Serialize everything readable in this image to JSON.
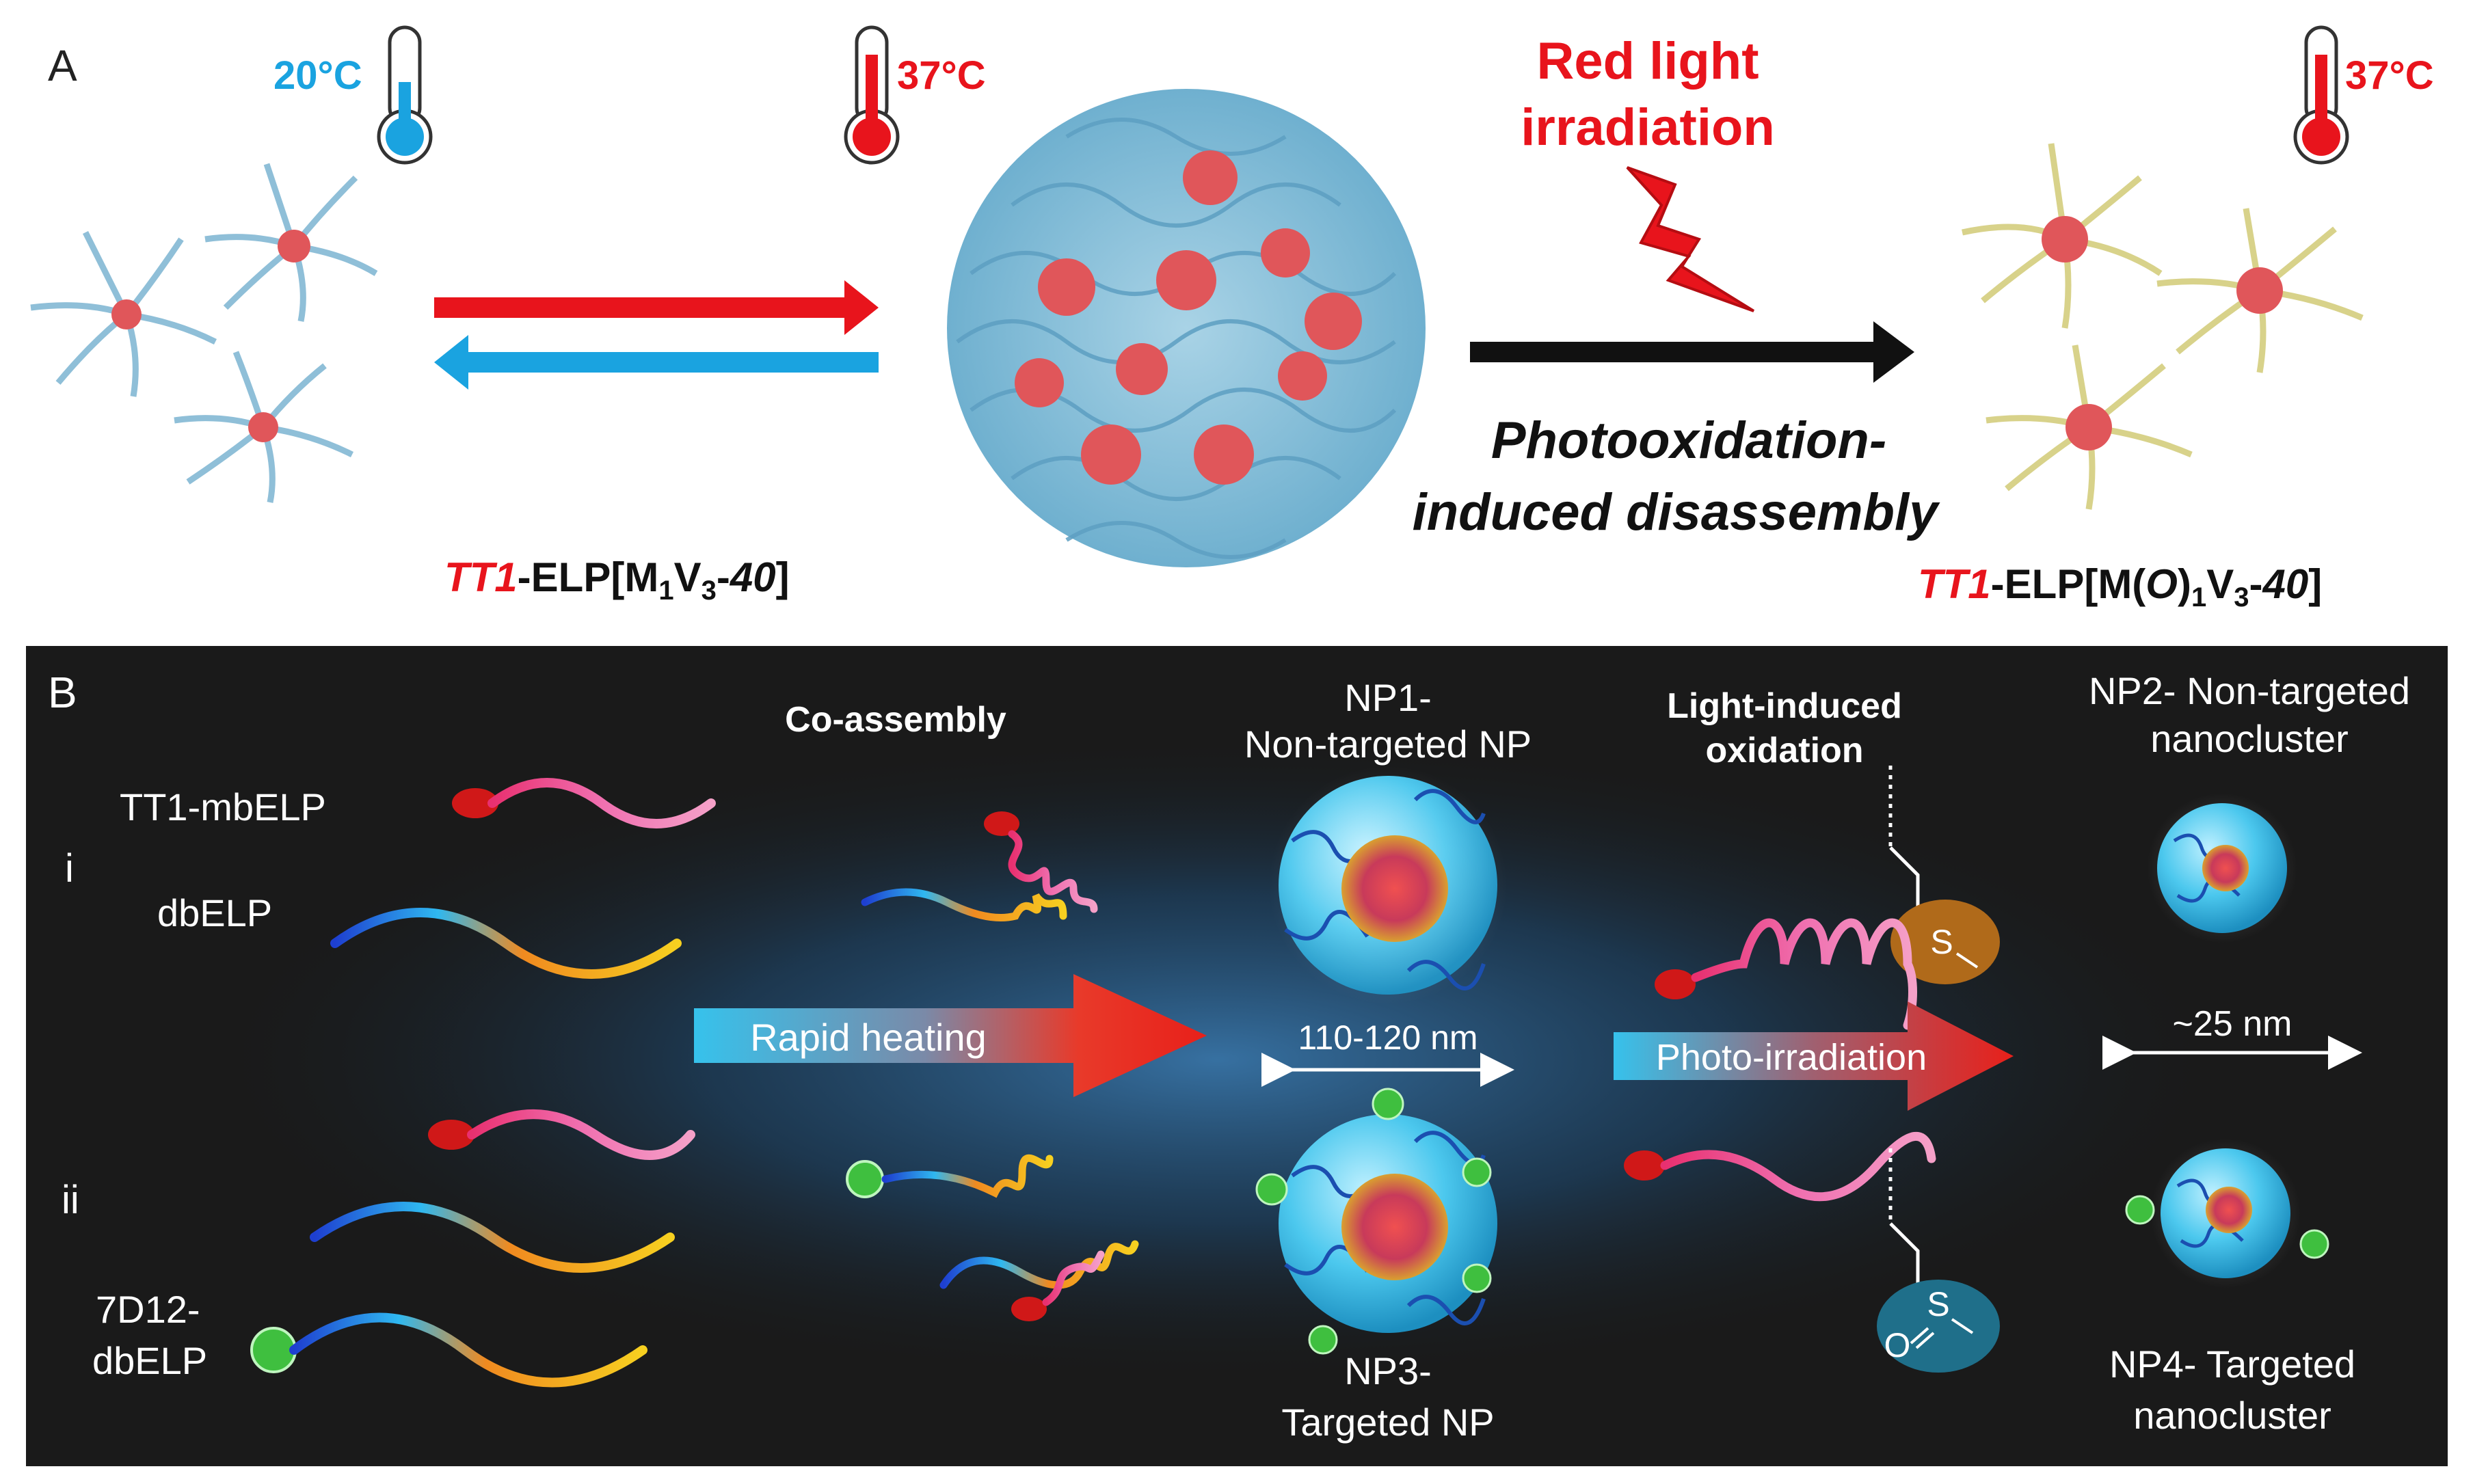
{
  "panel_a": {
    "label": "A",
    "temp_cold": "20°C",
    "temp_warm_1": "37°C",
    "temp_warm_2": "37°C",
    "light_title_line1": "Red light",
    "light_title_line2": "irradiation",
    "process_line1": "Photooxidation-",
    "process_line2": "induced disassembly",
    "left_construct": {
      "prefix": "TT1",
      "mid": "-ELP[M",
      "sub1": "1",
      "v": "V",
      "sub2": "3",
      "dash": "-",
      "num": "40",
      "end": "]"
    },
    "right_construct": {
      "prefix": "TT1",
      "mid": "-ELP[M(",
      "o": "O",
      "close": ")",
      "sub1": "1",
      "v": "V",
      "sub2": "3",
      "dash": "-",
      "num": "40",
      "end": "]"
    },
    "colors": {
      "warm": "#e8141c",
      "cold": "#1aa3e0",
      "unimer": "#8fbfd8",
      "core": "#e0565a",
      "oxidized": "#d8d28a"
    }
  },
  "panel_b": {
    "label": "B",
    "row_i": "i",
    "row_ii": "ii",
    "tt1_mbelp": "TT1-mbELP",
    "dbelp": "dbELP",
    "d7_line1": "7D12-",
    "d7_line2": "dbELP",
    "coassembly": "Co-assembly",
    "rapid_heating": "Rapid heating",
    "np1_line1": "NP1-",
    "np1_line2": "Non-targeted NP",
    "np_size": "110-120 nm",
    "np3_line1": "NP3-",
    "np3_line2": "Targeted NP",
    "light_ox_line1": "Light-induced",
    "light_ox_line2": "oxidation",
    "photo_irradiation": "Photo-irradiation",
    "sulfur": "S",
    "sulfoxide_s": "S",
    "sulfoxide_o": "O",
    "np2_line1": "NP2- Non-targeted",
    "np2_line2": "nanocluster",
    "cluster_size": "~25 nm",
    "np4_line1": "NP4- Targeted",
    "np4_line2": "nanocluster",
    "colors": {
      "background": "#1a1a1a",
      "glow": "#1f4f7a",
      "shell": "#3bc4ea",
      "sulfide": "#b06a1a",
      "sulfoxide": "#1f6f8a"
    }
  }
}
